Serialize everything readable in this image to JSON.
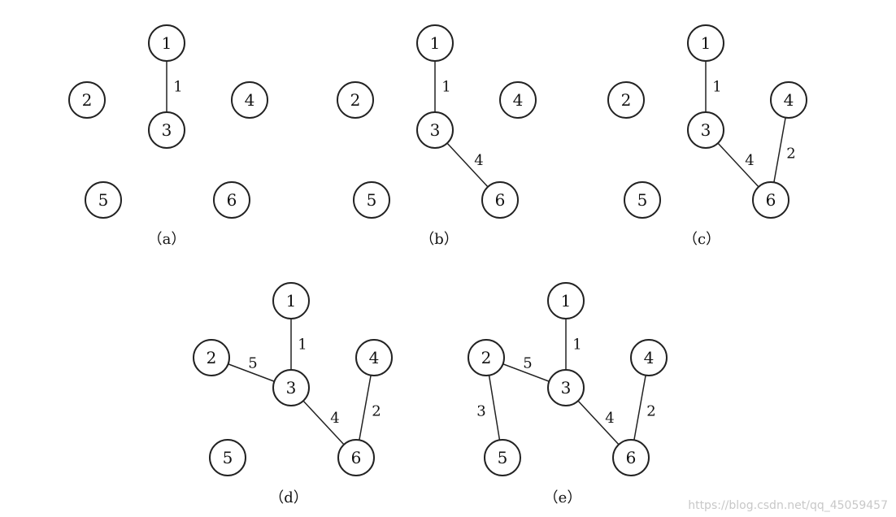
{
  "colors": {
    "stroke": "#222222",
    "node_fill": "#ffffff",
    "watermark": "#c8c8c8"
  },
  "watermark": "https://blog.csdn.net/qq_45059457",
  "panels": [
    {
      "label": "（a）",
      "edges": [
        {
          "from": "1",
          "to": "3",
          "weight": "1"
        }
      ]
    },
    {
      "label": "（b）",
      "edges": [
        {
          "from": "1",
          "to": "3",
          "weight": "1"
        },
        {
          "from": "3",
          "to": "6",
          "weight": "4"
        }
      ]
    },
    {
      "label": "（c）",
      "edges": [
        {
          "from": "1",
          "to": "3",
          "weight": "1"
        },
        {
          "from": "3",
          "to": "6",
          "weight": "4"
        },
        {
          "from": "4",
          "to": "6",
          "weight": "2"
        }
      ]
    },
    {
      "label": "（d）",
      "edges": [
        {
          "from": "1",
          "to": "3",
          "weight": "1"
        },
        {
          "from": "2",
          "to": "3",
          "weight": "5"
        },
        {
          "from": "3",
          "to": "6",
          "weight": "4"
        },
        {
          "from": "4",
          "to": "6",
          "weight": "2"
        }
      ]
    },
    {
      "label": "（e）",
      "edges": [
        {
          "from": "1",
          "to": "3",
          "weight": "1"
        },
        {
          "from": "2",
          "to": "3",
          "weight": "5"
        },
        {
          "from": "3",
          "to": "6",
          "weight": "4"
        },
        {
          "from": "4",
          "to": "6",
          "weight": "2"
        },
        {
          "from": "2",
          "to": "5",
          "weight": "3"
        }
      ]
    }
  ],
  "node_labels": [
    "1",
    "2",
    "3",
    "4",
    "5",
    "6"
  ]
}
